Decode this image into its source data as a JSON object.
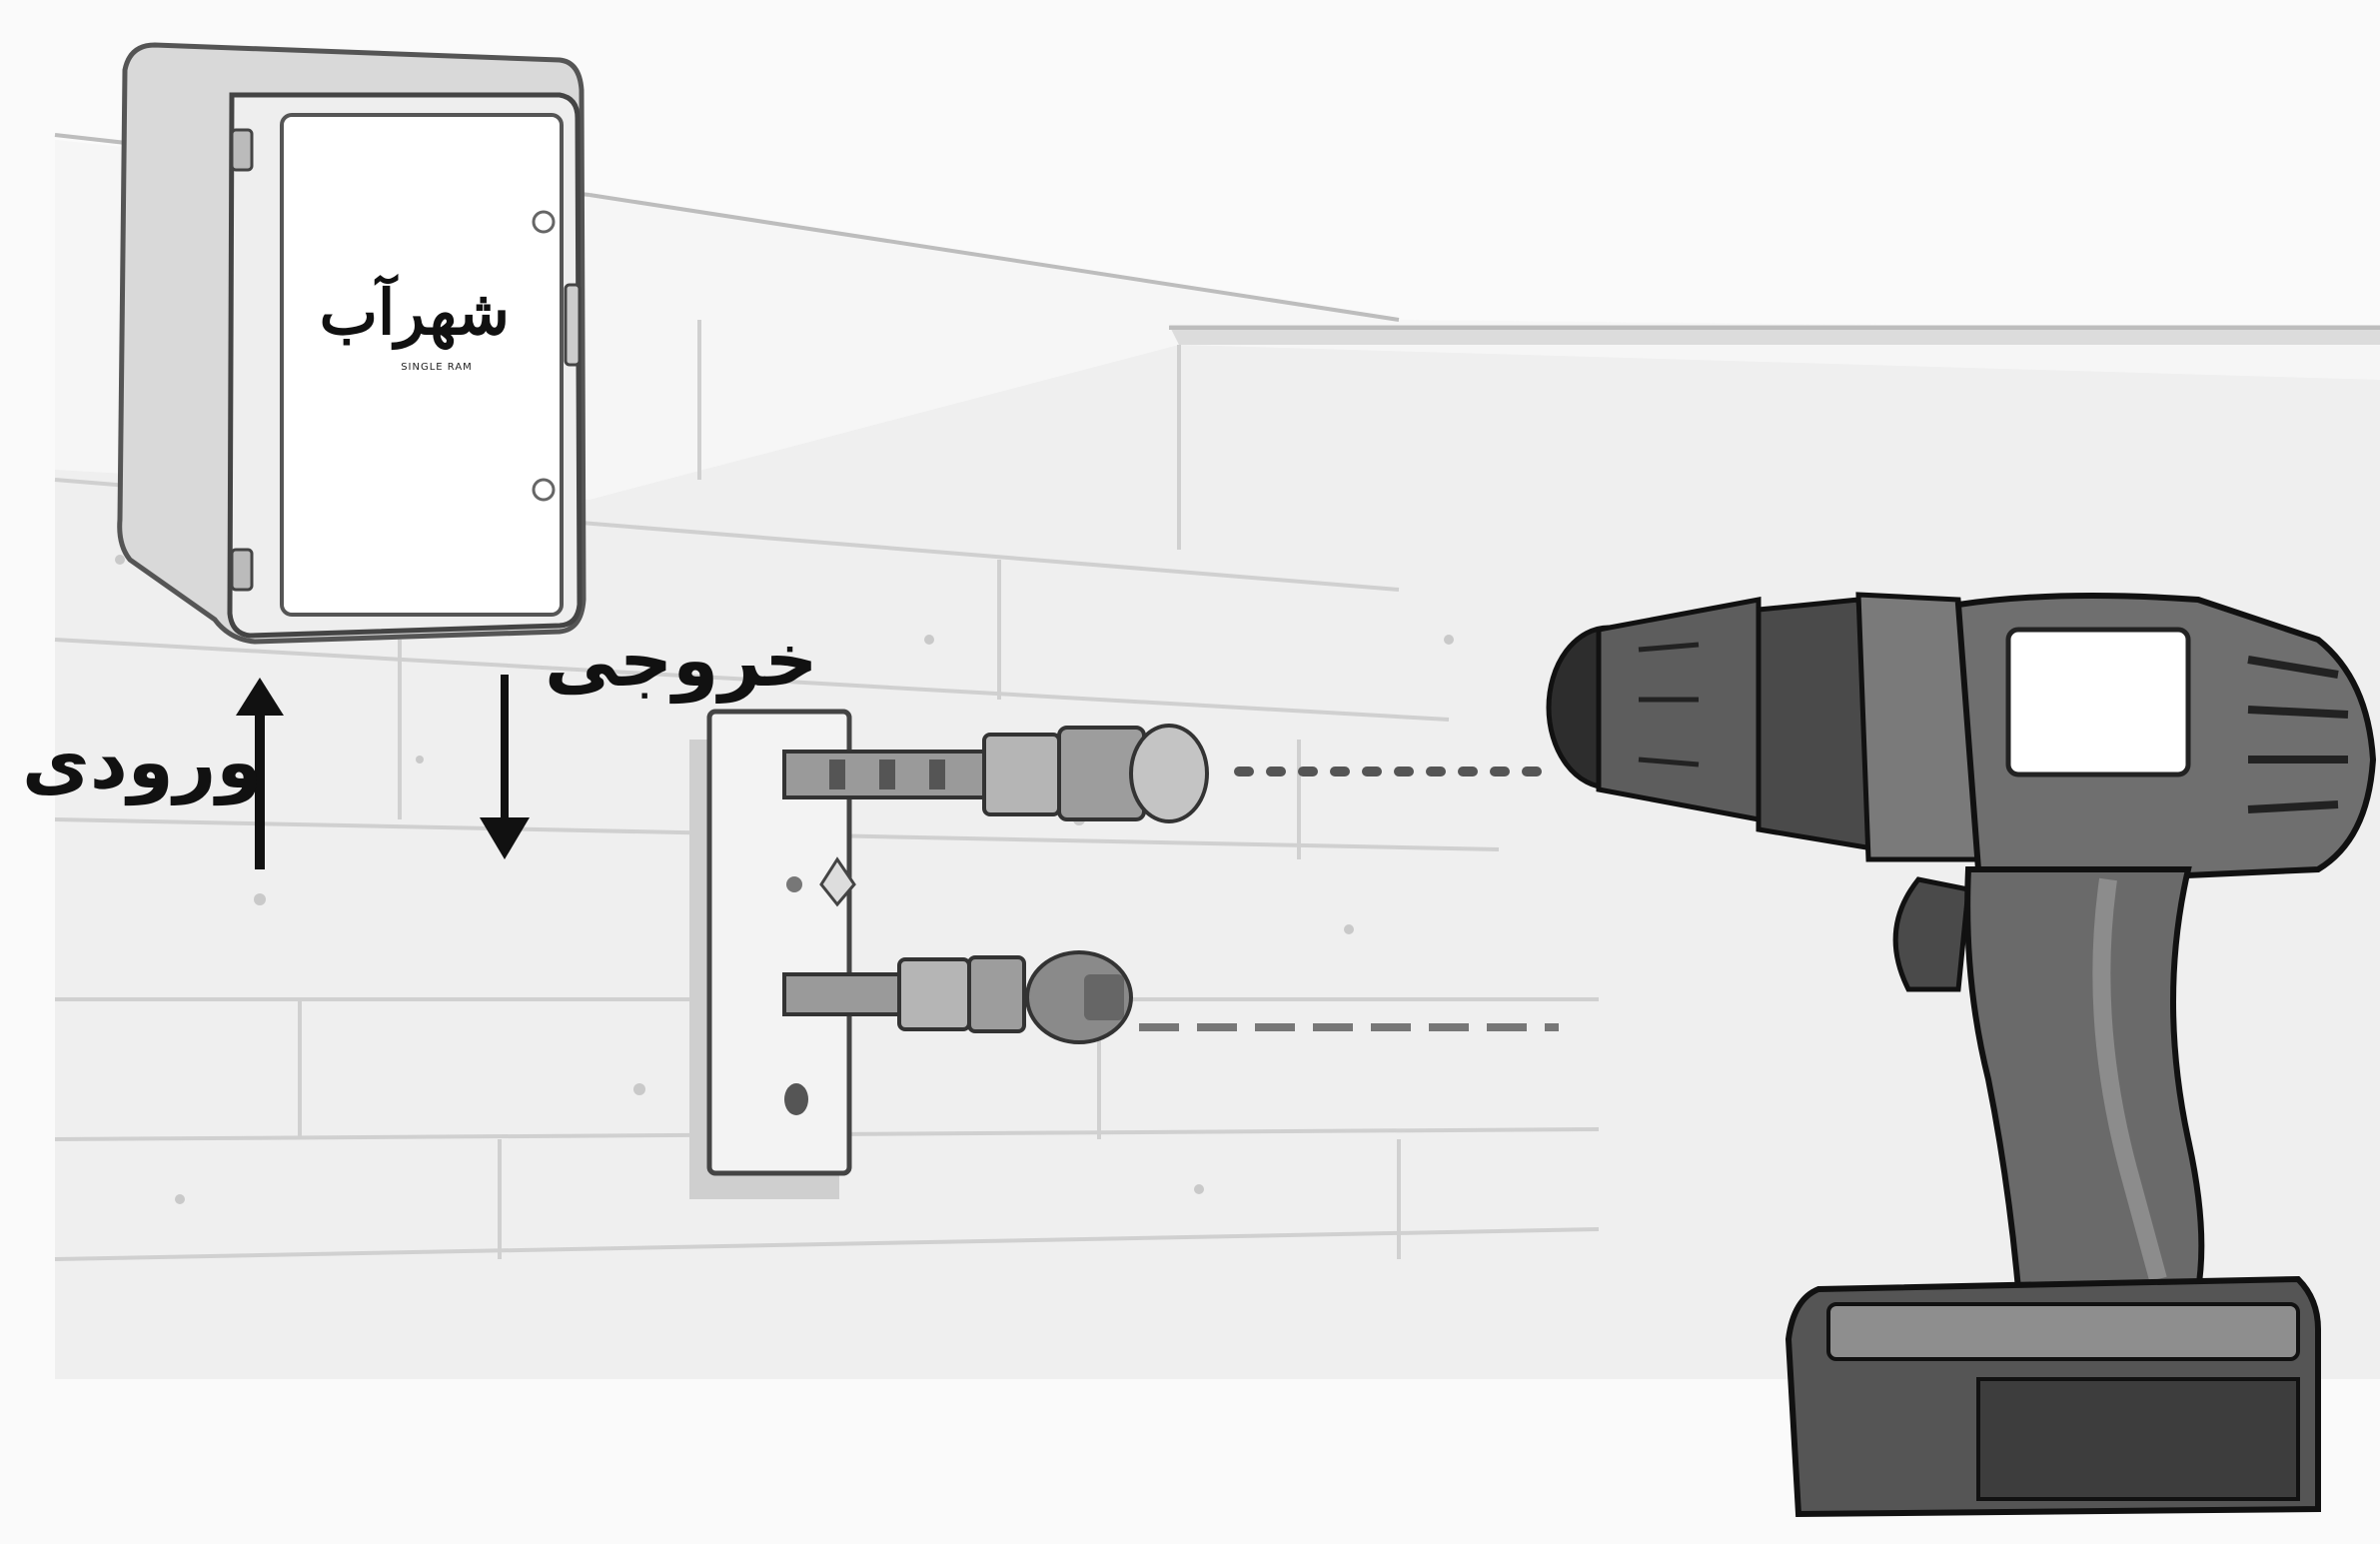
{
  "labels": {
    "input": "ورودی",
    "output": "خروجی"
  },
  "device": {
    "brand_mark": "شهرآب",
    "brand_sub": "SINGLE RAM"
  },
  "icons": {
    "input_arrow": "arrow-up-icon",
    "output_arrow": "arrow-down-icon",
    "tool": "cordless-drill-icon",
    "enclosure": "electrical-box-icon",
    "faucet": "wall-valve-plate-icon"
  },
  "colors": {
    "background": "#fafafa",
    "wall": "#ececec",
    "wall_lines": "#d4d4d4",
    "drill_body": "#6b6b6b",
    "drill_dark": "#3a3a3a",
    "box_face": "#ffffff",
    "ink": "#111111"
  }
}
